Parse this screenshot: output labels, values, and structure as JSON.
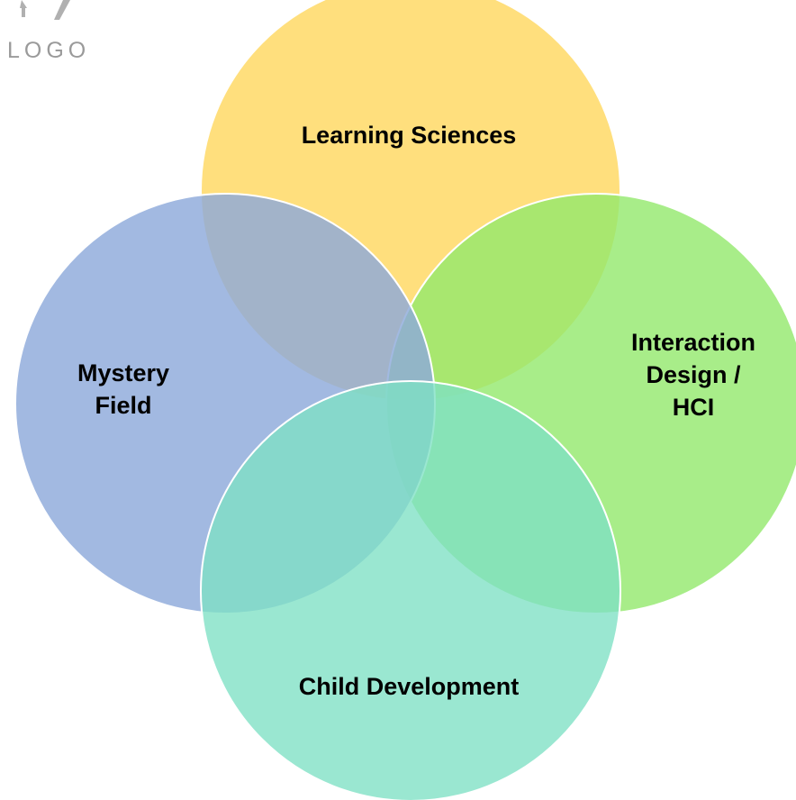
{
  "logo": {
    "text": "LOGO"
  },
  "venn": {
    "circles": [
      {
        "id": "learning-sciences",
        "label_lines": [
          "Learning Sciences"
        ],
        "color": "#FFD966",
        "opacity": 0.85
      },
      {
        "id": "interaction-design-hci",
        "label_lines": [
          "Interaction",
          "Design /",
          "HCI"
        ],
        "color": "#92E86C",
        "opacity": 0.8
      },
      {
        "id": "mystery-field",
        "label_lines": [
          "Mystery",
          "Field"
        ],
        "color": "#8EA9DB",
        "opacity": 0.82
      },
      {
        "id": "child-development",
        "label_lines": [
          "Child Development"
        ],
        "color": "#7DE0C4",
        "opacity": 0.78
      }
    ]
  }
}
